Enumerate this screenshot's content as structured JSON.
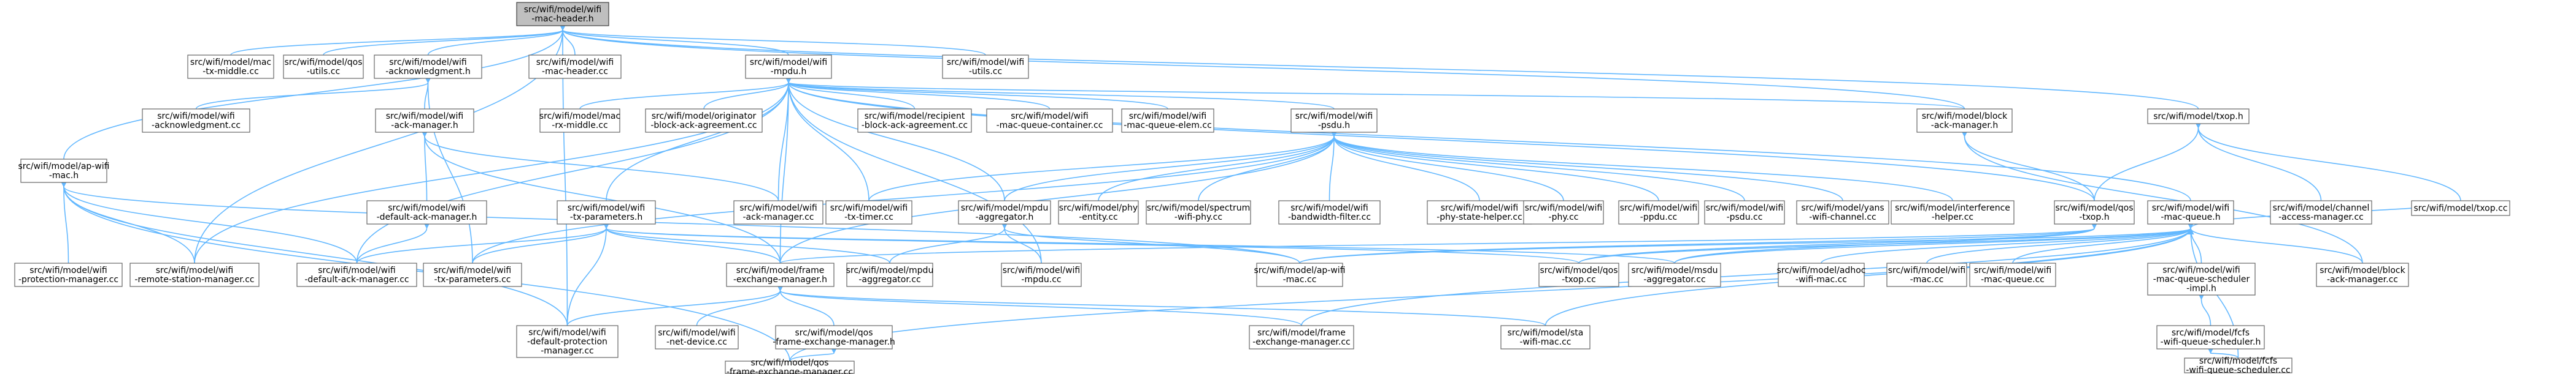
{
  "graph": {
    "colors": {
      "edge": "#63b8ff",
      "node_border": "#666666",
      "root_fill": "#bfbfbf",
      "node_fill": "#ffffff"
    },
    "nodes": [
      {
        "id": "mac-header-h",
        "lines": [
          "src/wifi/model/wifi",
          "-mac-header.h"
        ],
        "root": true
      },
      {
        "id": "mac-rx-middle-cc",
        "lines": [
          "src/wifi/model/mac",
          "-tx-middle.cc"
        ]
      },
      {
        "id": "qos-utils-cc",
        "lines": [
          "src/wifi/model/qos",
          "-utils.cc"
        ]
      },
      {
        "id": "acknowledgment-h",
        "lines": [
          "src/wifi/model/wifi",
          "-acknowledgment.h"
        ]
      },
      {
        "id": "mac-header-cc",
        "lines": [
          "src/wifi/model/wifi",
          "-mac-header.cc"
        ]
      },
      {
        "id": "mpdu-h",
        "lines": [
          "src/wifi/model/wifi",
          "-mpdu.h"
        ]
      },
      {
        "id": "utils-cc",
        "lines": [
          "src/wifi/model/wifi",
          "-utils.cc"
        ]
      },
      {
        "id": "ap-wifi-mac-h",
        "lines": [
          "src/wifi/model/ap-wifi",
          "-mac.h"
        ]
      },
      {
        "id": "acknowledgment-cc",
        "lines": [
          "src/wifi/model/wifi",
          "-acknowledgment.cc"
        ]
      },
      {
        "id": "ack-manager-h",
        "lines": [
          "src/wifi/model/wifi",
          "-ack-manager.h"
        ]
      },
      {
        "id": "mac-rx-middle2-cc",
        "lines": [
          "src/wifi/model/mac",
          "-rx-middle.cc"
        ]
      },
      {
        "id": "originator-bam-cc",
        "lines": [
          "src/wifi/model/originator",
          "-block-ack-agreement.cc"
        ]
      },
      {
        "id": "recipient-bam-cc",
        "lines": [
          "src/wifi/model/recipient",
          "-block-ack-agreement.cc"
        ]
      },
      {
        "id": "mac-queue-container-cc",
        "lines": [
          "src/wifi/model/wifi",
          "-mac-queue-container.cc"
        ]
      },
      {
        "id": "mac-queue-elem-cc",
        "lines": [
          "src/wifi/model/wifi",
          "-mac-queue-elem.cc"
        ]
      },
      {
        "id": "psdu-h",
        "lines": [
          "src/wifi/model/wifi",
          "-psdu.h"
        ]
      },
      {
        "id": "block-ack-manager-h",
        "lines": [
          "src/wifi/model/block",
          "-ack-manager.h"
        ]
      },
      {
        "id": "txop-h",
        "lines": [
          "src/wifi/model/txop.h"
        ]
      },
      {
        "id": "default-ack-manager-h",
        "lines": [
          "src/wifi/model/wifi",
          "-default-ack-manager.h"
        ]
      },
      {
        "id": "tx-parameters-h",
        "lines": [
          "src/wifi/model/wifi",
          "-tx-parameters.h"
        ]
      },
      {
        "id": "ack-manager-cc",
        "lines": [
          "src/wifi/model/wifi",
          "-ack-manager.cc"
        ]
      },
      {
        "id": "tx-timer-cc",
        "lines": [
          "src/wifi/model/wifi",
          "-tx-timer.cc"
        ]
      },
      {
        "id": "mpdu-aggregator-h",
        "lines": [
          "src/wifi/model/mpdu",
          "-aggregator.h"
        ]
      },
      {
        "id": "phy-entity-cc",
        "lines": [
          "src/wifi/model/phy",
          "-entity.cc"
        ]
      },
      {
        "id": "spectrum-phy-cc",
        "lines": [
          "src/wifi/model/spectrum",
          "-wifi-phy.cc"
        ]
      },
      {
        "id": "bandwidth-filter-cc",
        "lines": [
          "src/wifi/model/wifi",
          "-bandwidth-filter.cc"
        ]
      },
      {
        "id": "phy-state-helper-cc",
        "lines": [
          "src/wifi/model/wifi",
          "-phy-state-helper.cc"
        ]
      },
      {
        "id": "phy-cc",
        "lines": [
          "src/wifi/model/wifi",
          "-phy.cc"
        ]
      },
      {
        "id": "ppdu-cc",
        "lines": [
          "src/wifi/model/wifi",
          "-ppdu.cc"
        ]
      },
      {
        "id": "psdu-cc",
        "lines": [
          "src/wifi/model/wifi",
          "-psdu.cc"
        ]
      },
      {
        "id": "yans-channel-cc",
        "lines": [
          "src/wifi/model/yans",
          "-wifi-channel.cc"
        ]
      },
      {
        "id": "interference-helper-cc",
        "lines": [
          "src/wifi/model/interference",
          "-helper.cc"
        ]
      },
      {
        "id": "qos-txop-h",
        "lines": [
          "src/wifi/model/qos",
          "-txop.h"
        ]
      },
      {
        "id": "mac-queue-h",
        "lines": [
          "src/wifi/model/wifi",
          "-mac-queue.h"
        ]
      },
      {
        "id": "channel-access-manager-cc",
        "lines": [
          "src/wifi/model/channel",
          "-access-manager.cc"
        ]
      },
      {
        "id": "txop-cc",
        "lines": [
          "src/wifi/model/txop.cc"
        ]
      },
      {
        "id": "protection-manager-cc",
        "lines": [
          "src/wifi/model/wifi",
          "-protection-manager.cc"
        ]
      },
      {
        "id": "remote-station-manager-cc",
        "lines": [
          "src/wifi/model/wifi",
          "-remote-station-manager.cc"
        ]
      },
      {
        "id": "default-ack-manager-cc",
        "lines": [
          "src/wifi/model/wifi",
          "-default-ack-manager.cc"
        ]
      },
      {
        "id": "tx-parameters-cc",
        "lines": [
          "src/wifi/model/wifi",
          "-tx-parameters.cc"
        ]
      },
      {
        "id": "frame-exchange-manager-h",
        "lines": [
          "src/wifi/model/frame",
          "-exchange-manager.h"
        ]
      },
      {
        "id": "mpdu-aggregator-cc",
        "lines": [
          "src/wifi/model/mpdu",
          "-aggregator.cc"
        ]
      },
      {
        "id": "mpdu-cc",
        "lines": [
          "src/wifi/model/wifi",
          "-mpdu.cc"
        ]
      },
      {
        "id": "ap-wifi-mac-cc",
        "lines": [
          "src/wifi/model/ap-wifi",
          "-mac.cc"
        ]
      },
      {
        "id": "qos-txop-cc",
        "lines": [
          "src/wifi/model/qos",
          "-txop.cc"
        ]
      },
      {
        "id": "msdu-aggregator-cc",
        "lines": [
          "src/wifi/model/msdu",
          "-aggregator.cc"
        ]
      },
      {
        "id": "adhoc-wifi-mac-cc",
        "lines": [
          "src/wifi/model/adhoc",
          "-wifi-mac.cc"
        ]
      },
      {
        "id": "mac-cc",
        "lines": [
          "src/wifi/model/wifi",
          "-mac.cc"
        ]
      },
      {
        "id": "mac-queue-cc",
        "lines": [
          "src/wifi/model/wifi",
          "-mac-queue.cc"
        ]
      },
      {
        "id": "queue-scheduler-impl-h",
        "lines": [
          "src/wifi/model/wifi",
          "-mac-queue-scheduler",
          "-impl.h"
        ]
      },
      {
        "id": "block-ack-manager-cc",
        "lines": [
          "src/wifi/model/block",
          "-ack-manager.cc"
        ]
      },
      {
        "id": "default-protection-manager-cc",
        "lines": [
          "src/wifi/model/wifi",
          "-default-protection",
          "-manager.cc"
        ]
      },
      {
        "id": "net-device-cc",
        "lines": [
          "src/wifi/model/wifi",
          "-net-device.cc"
        ]
      },
      {
        "id": "qos-fem-h",
        "lines": [
          "src/wifi/model/qos",
          "-frame-exchange-manager.h"
        ]
      },
      {
        "id": "frame-exchange-manager-cc",
        "lines": [
          "src/wifi/model/frame",
          "-exchange-manager.cc"
        ]
      },
      {
        "id": "sta-wifi-mac-cc",
        "lines": [
          "src/wifi/model/sta",
          "-wifi-mac.cc"
        ]
      },
      {
        "id": "fcfs-scheduler-h",
        "lines": [
          "src/wifi/model/fcfs",
          "-wifi-queue-scheduler.h"
        ]
      },
      {
        "id": "qos-fem-cc",
        "lines": [
          "src/wifi/model/qos",
          "-frame-exchange-manager.cc"
        ]
      },
      {
        "id": "fcfs-scheduler-cc",
        "lines": [
          "src/wifi/model/fcfs",
          "-wifi-queue-scheduler.cc"
        ]
      }
    ]
  }
}
